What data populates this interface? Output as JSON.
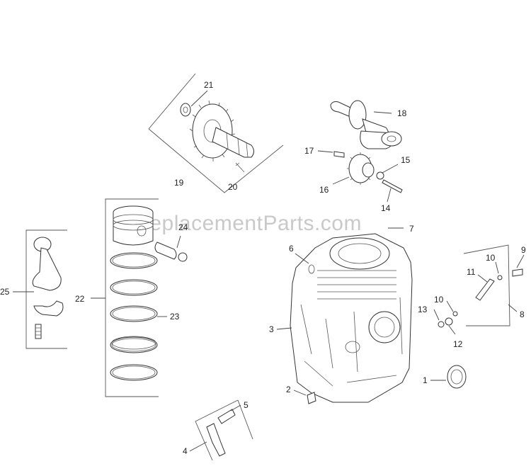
{
  "watermark": "eReplacementParts.com",
  "callouts": {
    "c1": "1",
    "c2": "2",
    "c3": "3",
    "c4": "4",
    "c5": "5",
    "c6": "6",
    "c7": "7",
    "c8": "8",
    "c9": "9",
    "c10a": "10",
    "c10b": "10",
    "c11": "11",
    "c12": "12",
    "c13": "13",
    "c14": "14",
    "c15": "15",
    "c16": "16",
    "c17": "17",
    "c18": "18",
    "c19": "19",
    "c20": "20",
    "c21": "21",
    "c22": "22",
    "c23": "23",
    "c24": "24",
    "c25": "25"
  }
}
